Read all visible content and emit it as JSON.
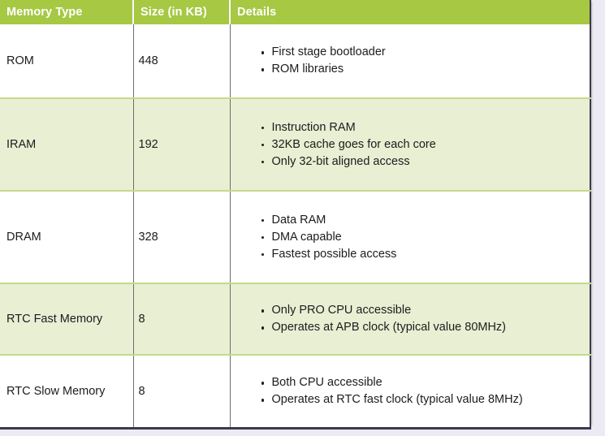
{
  "table": {
    "columns": [
      {
        "key": "memory_type",
        "label": "Memory Type"
      },
      {
        "key": "size_kb",
        "label": "Size (in KB)"
      },
      {
        "key": "details",
        "label": "Details"
      }
    ],
    "rows": [
      {
        "memory_type": "ROM",
        "size_kb": "448",
        "details": [
          "First stage bootloader",
          "ROM libraries"
        ]
      },
      {
        "memory_type": "IRAM",
        "size_kb": "192",
        "details": [
          "Instruction RAM",
          "32KB cache goes for each core",
          "Only 32-bit aligned access"
        ]
      },
      {
        "memory_type": "DRAM",
        "size_kb": "328",
        "details": [
          "Data RAM",
          "DMA capable",
          "Fastest possible access"
        ]
      },
      {
        "memory_type": "RTC Fast Memory",
        "size_kb": "8",
        "details": [
          "Only PRO CPU accessible",
          "Operates at APB clock (typical value 80MHz)"
        ]
      },
      {
        "memory_type": "RTC Slow Memory",
        "size_kb": "8",
        "details": [
          "Both CPU accessible",
          "Operates at RTC fast clock (typical value 8MHz)"
        ]
      }
    ]
  },
  "colors": {
    "header_background": "#a6c843",
    "header_text": "#ffffff",
    "row_tint": "#e8efd3",
    "row_plain": "#ffffff",
    "row_divider": "#c6d98a",
    "column_divider": "#6e6e6e",
    "body_text": "#1c1c1c",
    "outer_border": "#3a3a4a"
  }
}
